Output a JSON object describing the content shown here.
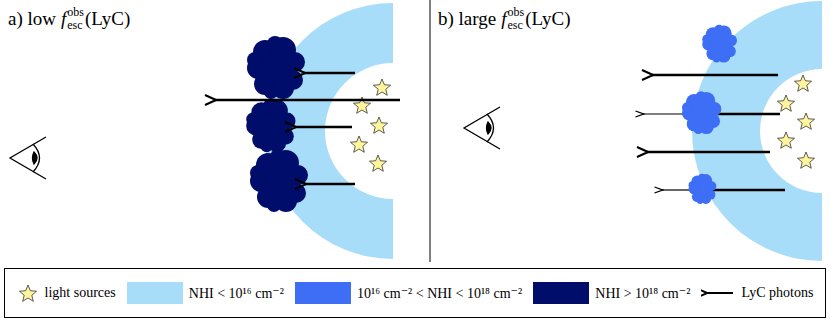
{
  "diagram": {
    "labels": [
      "a) low",
      "f",
      "obs",
      "esc",
      "(LyC)",
      "b) large",
      "f",
      "obs",
      "esc",
      "(LyC)"
    ],
    "legend": [
      {
        "text": "light sources"
      },
      {
        "text": "NHI < 10¹⁶ cm⁻²",
        "color": "#a8ddfa"
      },
      {
        "text": "10¹⁶ cm⁻² < NHI < 10¹⁸ cm⁻²",
        "color": "#3d6ef5"
      },
      {
        "text": "NHI > 10¹⁸ cm⁻²",
        "color": "#000d6b"
      },
      {
        "text": "LyC photons"
      }
    ]
  }
}
